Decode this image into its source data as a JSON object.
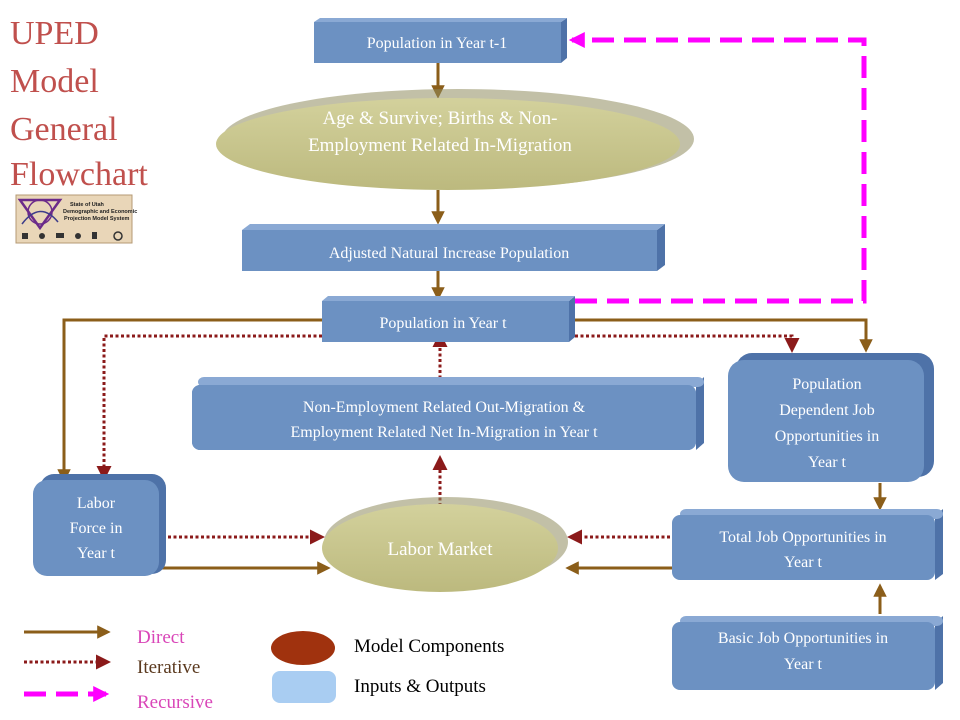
{
  "title": [
    "UPED",
    "Model",
    "General",
    "Flowchart"
  ],
  "logo": {
    "text": [
      "State of Utah",
      "Demographic and Economic",
      "Projection Model System"
    ]
  },
  "nodes": {
    "pop_t_minus_1": "Population in Year t-1",
    "age_survive": [
      "Age & Survive; Births & Non-",
      "Employment Related In-Migration"
    ],
    "adjusted_natural": "Adjusted Natural Increase Population",
    "pop_t": "Population in Year t",
    "net_migration": [
      "Non-Employment Related Out-Migration &",
      "Employment Related Net In-Migration in Year t"
    ],
    "pop_dependent_jobs": [
      "Population",
      "Dependent Job",
      "Opportunities in",
      "Year t"
    ],
    "labor_force": [
      "Labor",
      "Force in",
      "Year t"
    ],
    "labor_market": "Labor Market",
    "total_jobs": [
      "Total Job Opportunities in",
      "Year t"
    ],
    "basic_jobs": [
      "Basic Job Opportunities in",
      "Year t"
    ]
  },
  "legend": {
    "direct": "Direct",
    "iterative": "Iterative",
    "recursive": "Recursive",
    "model_components": "Model Components",
    "inputs_outputs": "Inputs & Outputs"
  },
  "colors": {
    "title": "#c0504d",
    "box": "#6c91c2",
    "box_side": "#4e72a8",
    "ellipse": "#c5c38b",
    "ellipse_shadow": "#8f8d5f",
    "direct": "#8b5e1a",
    "iterative": "#8b1a1a",
    "recursive": "#ff00ff",
    "legend_direct_text": "#d946b8",
    "legend_model_component": "#a0320e",
    "legend_io": "#a9cdf2"
  }
}
